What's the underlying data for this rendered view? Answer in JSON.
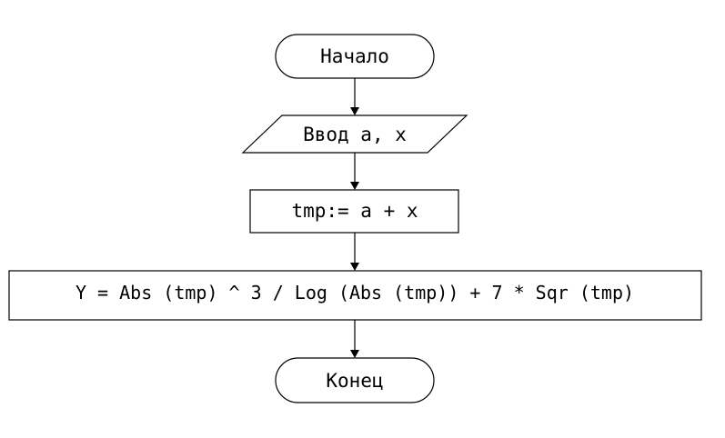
{
  "flowchart": {
    "start": {
      "label": "Начало"
    },
    "input": {
      "label": "Ввод a, x"
    },
    "assign": {
      "label": "tmp:= a + x"
    },
    "compute": {
      "label": "Y = Abs (tmp) ^ 3 / Log (Abs (tmp)) + 7 * Sqr (tmp)"
    },
    "end": {
      "label": "Конец"
    }
  }
}
